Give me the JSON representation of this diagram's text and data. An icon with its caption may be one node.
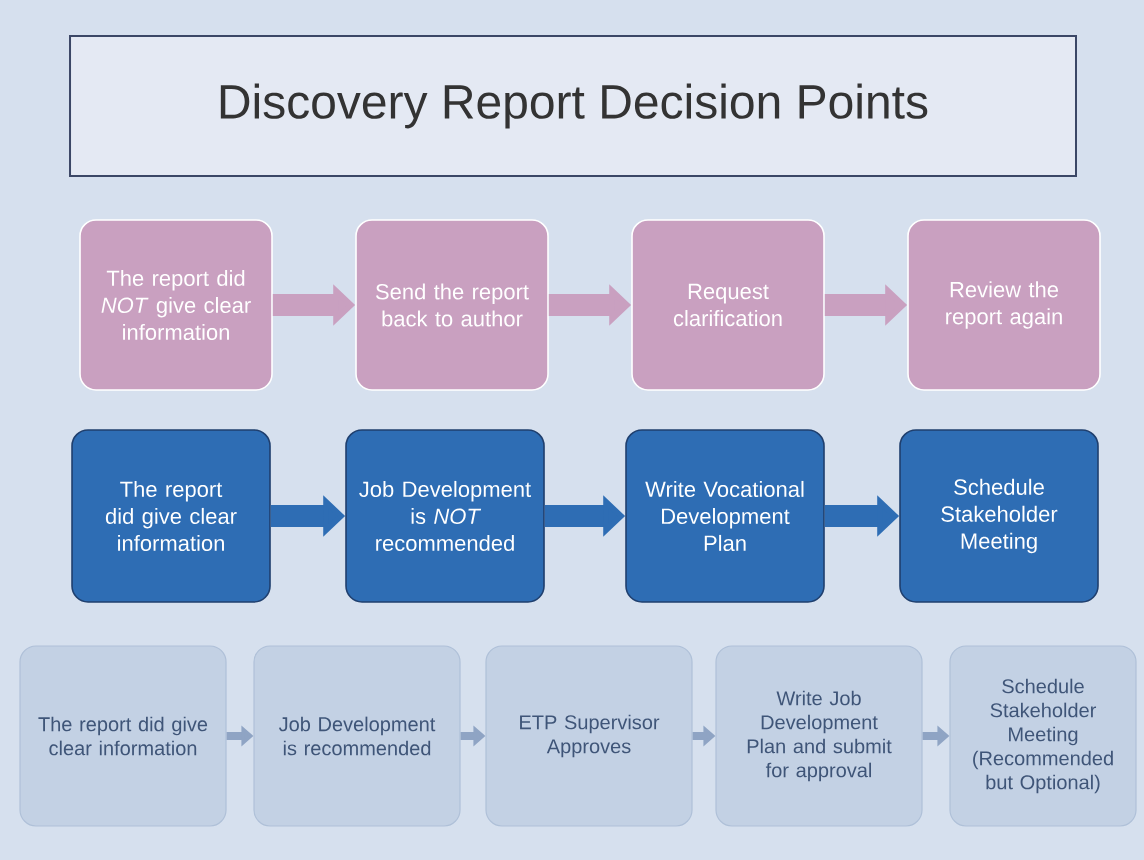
{
  "diagram": {
    "title": "Discovery Report Decision Points",
    "nodes": [
      {
        "text": [
          "The report did *NOT* give clear information"
        ]
      },
      {
        "text": [
          "Send the report back to author"
        ]
      },
      {
        "text": [
          "Request clarification"
        ]
      },
      {
        "text": [
          "Review the report again"
        ]
      },
      {
        "text": [
          "The report did give clear information"
        ]
      },
      {
        "text": [
          "Job Development is *NOT* recommended"
        ]
      },
      {
        "text": [
          "Write Vocational Development Plan"
        ]
      },
      {
        "text": [
          "Schedule Stakeholder Meeting"
        ]
      },
      {
        "text": [
          "The report did give clear information"
        ]
      },
      {
        "text": [
          "Job Development is recommended"
        ]
      },
      {
        "text": [
          "ETP Supervisor Approves"
        ]
      },
      {
        "text": [
          "Write Job Development Plan and submit for approval"
        ]
      },
      {
        "text": [
          "Schedule Stakeholder Meeting (Recommended but Optional)"
        ]
      }
    ],
    "edges": [
      {
        "from": 0,
        "to": 1,
        "arrow": "to",
        "color": "#c9a0c0"
      },
      {
        "from": 1,
        "to": 2,
        "arrow": "to",
        "color": "#c9a0c0"
      },
      {
        "from": 2,
        "to": 3,
        "arrow": "to",
        "color": "#c9a0c0"
      },
      {
        "from": 4,
        "to": 5,
        "arrow": "to",
        "color": "#2e6db4"
      },
      {
        "from": 5,
        "to": 6,
        "arrow": "to",
        "color": "#2e6db4"
      },
      {
        "from": 6,
        "to": 7,
        "arrow": "to",
        "color": "#2e6db4"
      },
      {
        "from": 8,
        "to": 9,
        "arrow": "to"
      },
      {
        "from": 9,
        "to": 10,
        "arrow": "to"
      },
      {
        "from": 10,
        "to": 11,
        "arrow": "to"
      },
      {
        "from": 11,
        "to": 12,
        "arrow": "to"
      }
    ]
  }
}
